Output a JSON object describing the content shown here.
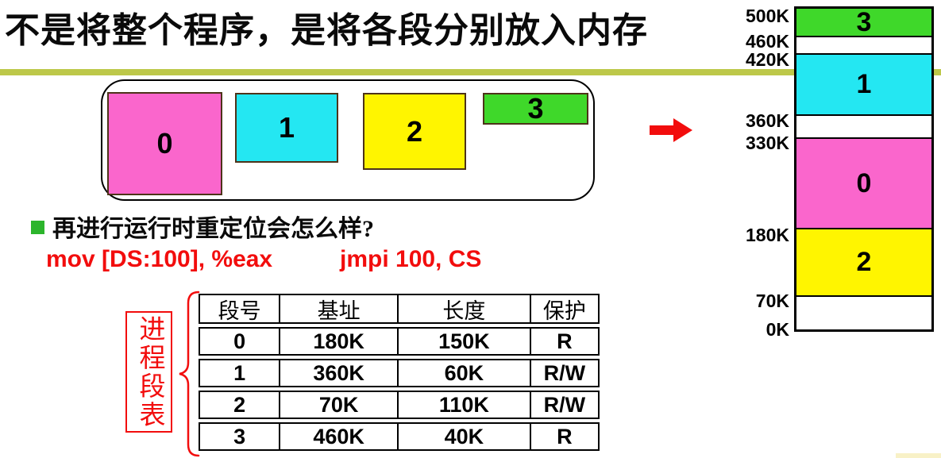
{
  "title": "不是将整个程序，是将各段分别放入内存",
  "colors": {
    "segment_0": "#FA66CC",
    "segment_1": "#24E7F2",
    "segment_2": "#FFF500",
    "segment_3": "#3FD82A",
    "accent_line": "#BDC84A",
    "bullet": "#2CB52C",
    "red": "#F20D0D",
    "pale_line": "#F8F1C7"
  },
  "program": {
    "segments": [
      {
        "label": "0"
      },
      {
        "label": "1"
      },
      {
        "label": "2"
      },
      {
        "label": "3"
      }
    ]
  },
  "memory": {
    "address_labels": [
      "500K",
      "460K",
      "420K",
      "360K",
      "330K",
      "180K",
      "70K",
      "0K"
    ],
    "bands": [
      {
        "label": "3"
      },
      {
        "label": "1"
      },
      {
        "label": "0"
      },
      {
        "label": "2"
      }
    ]
  },
  "bullet_line": {
    "text": "再进行运行时重定位会怎么样?"
  },
  "code": {
    "instr1": "mov [DS:100], %eax",
    "instr2": "jmpi 100, CS"
  },
  "segment_table": {
    "headers": [
      "段号",
      "基址",
      "长度",
      "保护"
    ],
    "rows": [
      [
        "0",
        "180K",
        "150K",
        "R"
      ],
      [
        "1",
        "360K",
        "60K",
        "R/W"
      ],
      [
        "2",
        "70K",
        "110K",
        "R/W"
      ],
      [
        "3",
        "460K",
        "40K",
        "R"
      ]
    ],
    "side_label": "进程段表"
  }
}
